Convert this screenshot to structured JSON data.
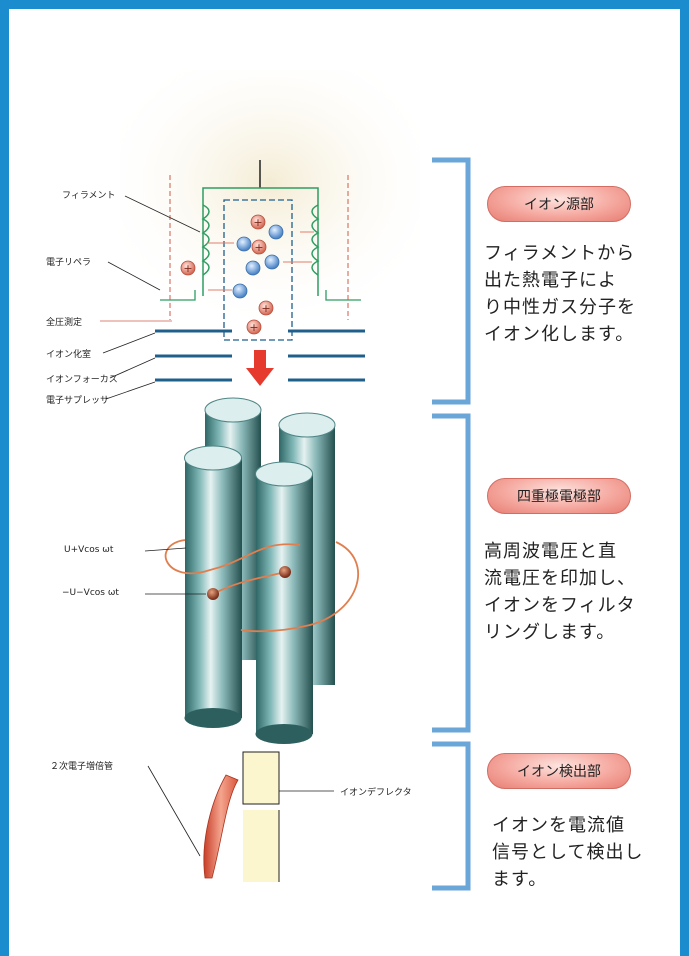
{
  "sections": {
    "ion_source": {
      "badge": "イオン源部",
      "lines": [
        "フィラメントから",
        "出た熱電子によ",
        "り中性ガス分子を",
        "イオン化します。"
      ]
    },
    "quadrupole": {
      "badge": "四重極電極部",
      "lines": [
        "高周波電圧と直",
        "流電圧を印加し、",
        "イオンをフィルタ",
        "リングします。"
      ]
    },
    "detector": {
      "badge": "イオン検出部",
      "lines": [
        "イオンを電流値",
        "信号として検出し",
        "ます。"
      ]
    }
  },
  "labels": {
    "filament": "フィラメント",
    "repeller": "電子リペラ",
    "total_pressure": "全圧測定",
    "ionization_chamber": "イオン化室",
    "ion_focus": "イオンフォーカス",
    "electron_suppressor": "電子サプレッサ",
    "voltage_plus": "U+Vcos ωt",
    "voltage_minus": "−U−Vcos ωt",
    "multiplier": "２次電子増倍管",
    "deflector": "イオンデフレクタ"
  },
  "ion_symbol": "+",
  "colors": {
    "frame": "#1b8ccd",
    "bracket": "#6aa6d8",
    "arrow": "#e63a2e",
    "positive_ion": "#e07e6c",
    "electron": "#6d9ed8",
    "rod": "#5f9595",
    "filament": "#2e9d62",
    "electrode": "#1e5f8c"
  }
}
